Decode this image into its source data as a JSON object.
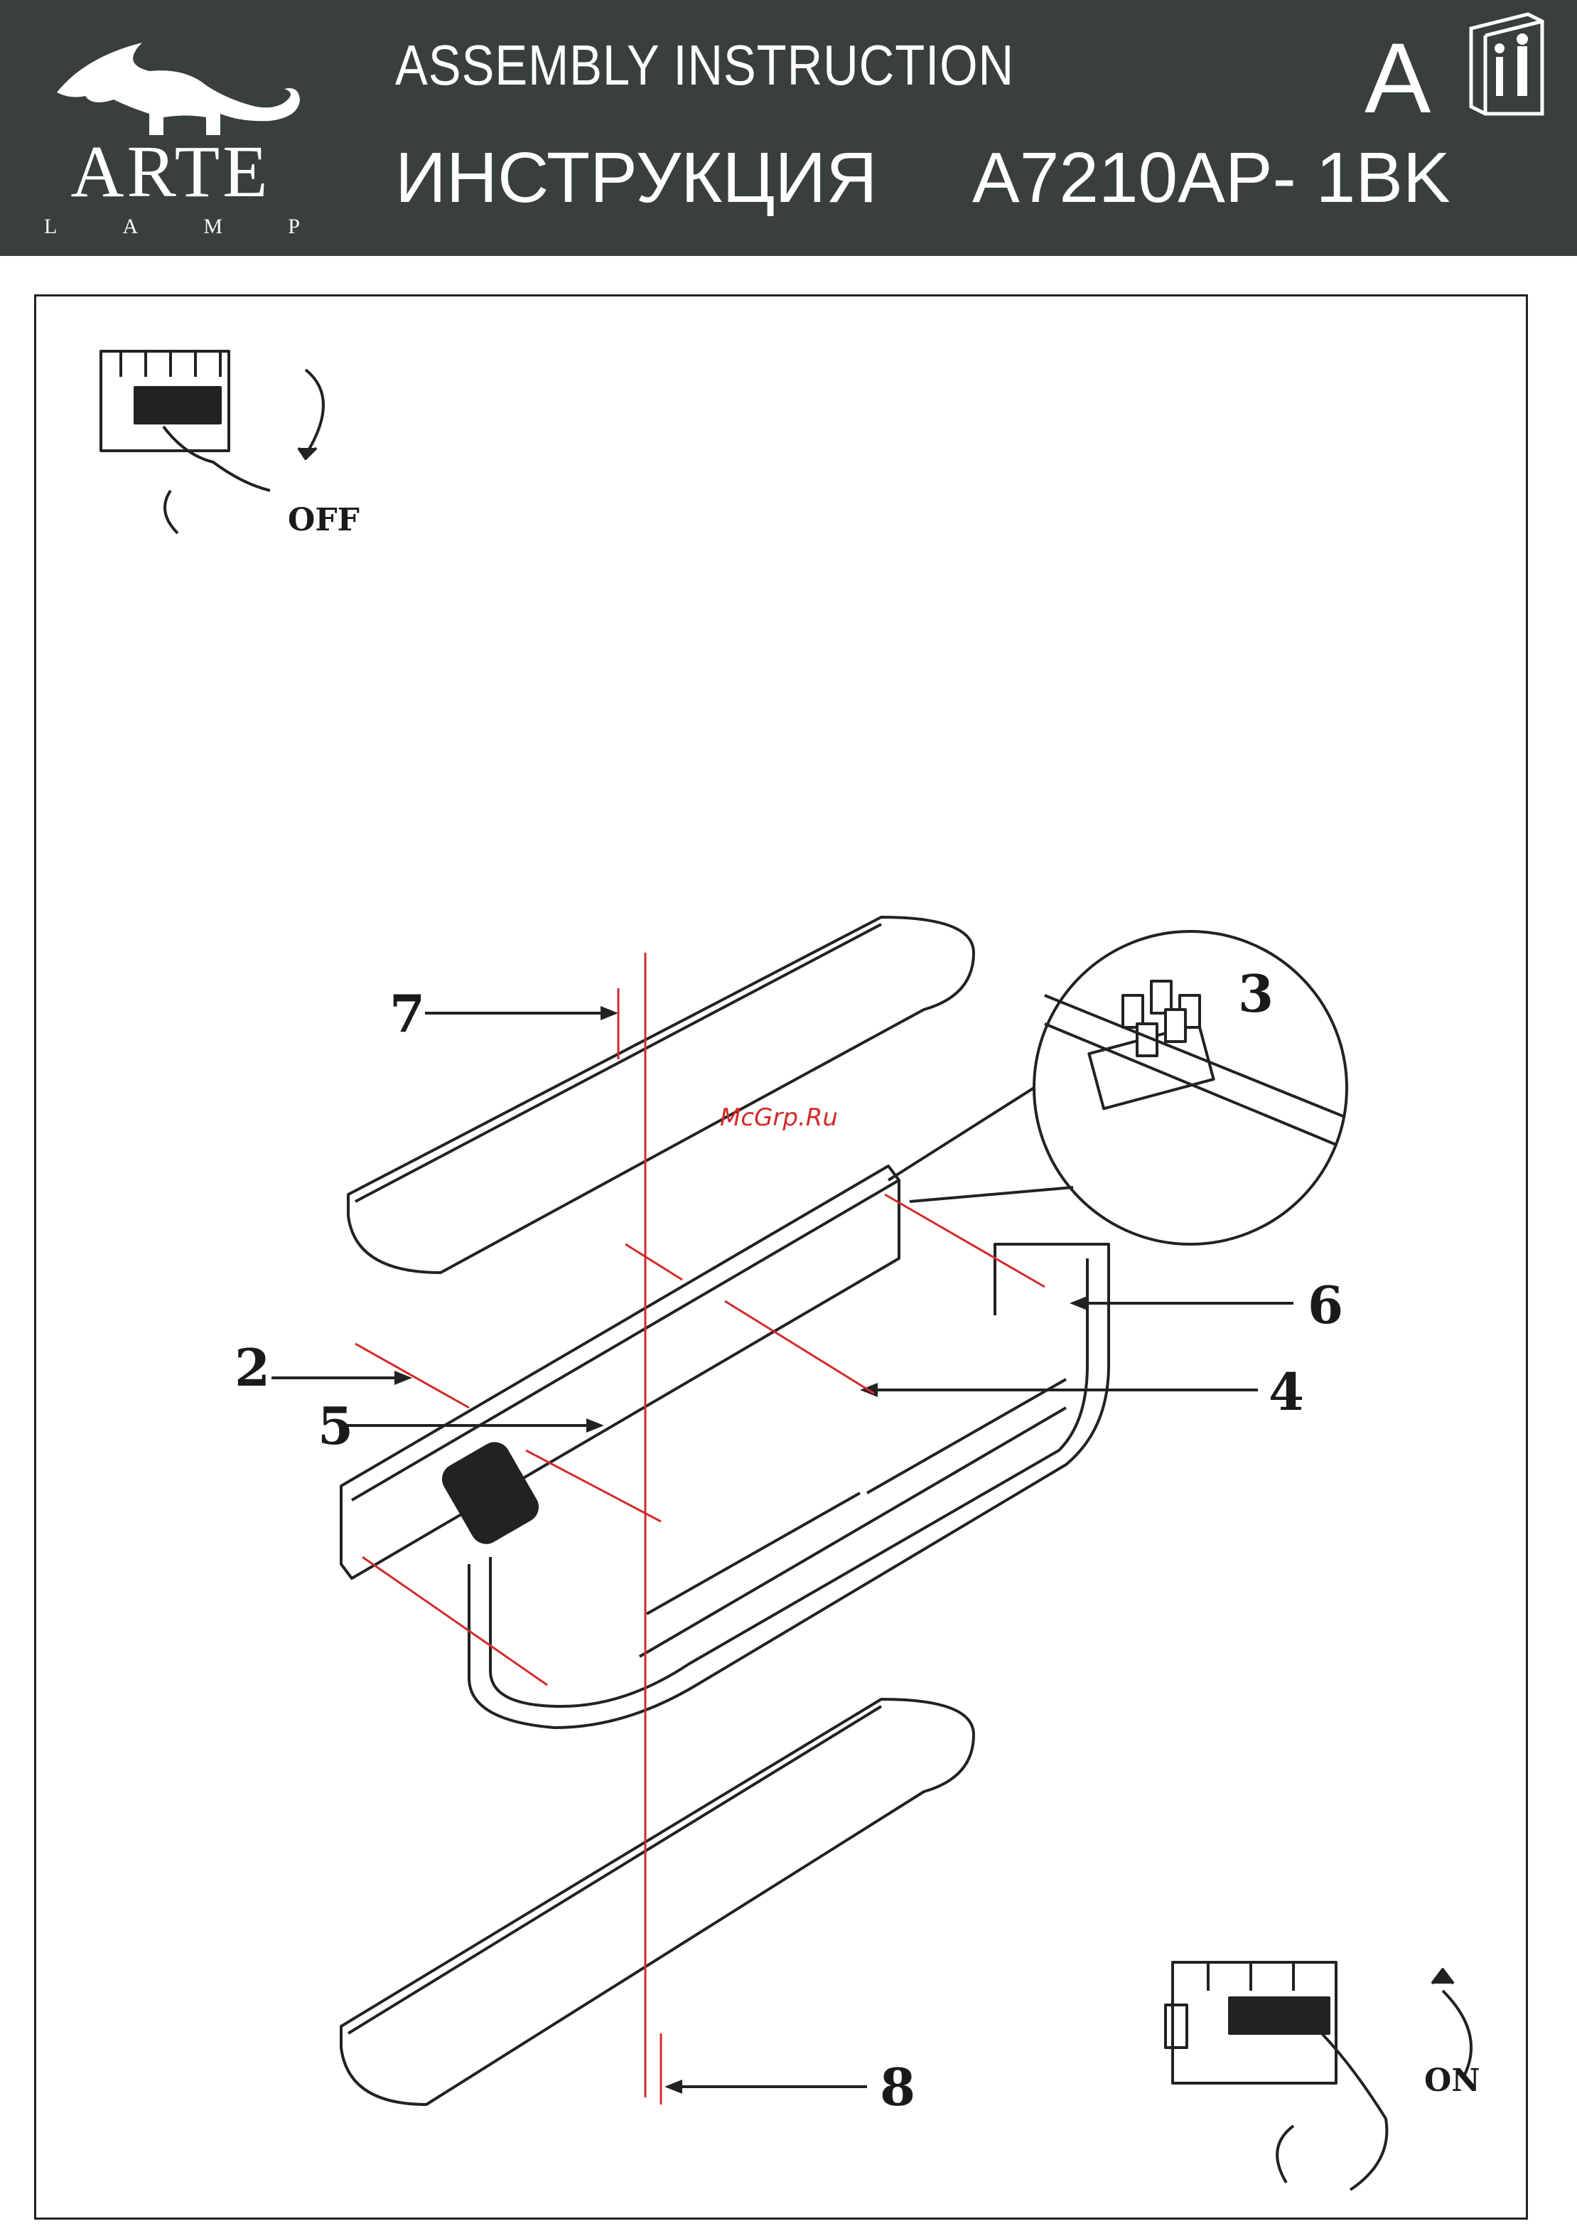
{
  "header": {
    "brand": "ARTE",
    "brand_sub": [
      "L",
      "A",
      "M",
      "P"
    ],
    "title_en": "ASSEMBLY INSTRUCTION",
    "title_ru": "ИНСТРУКЦИЯ",
    "model": "A7210AP- 1BK",
    "section_letter": "A",
    "book_icon": "manual-info-icon",
    "background": "#383f3c"
  },
  "diagram": {
    "top_switch_label": "OFF",
    "bottom_switch_label": "ON",
    "watermark": "McGrp.Ru",
    "parts": [
      "2",
      "3",
      "4",
      "5",
      "6",
      "7",
      "8"
    ],
    "accent_color": "#d42a2a"
  }
}
